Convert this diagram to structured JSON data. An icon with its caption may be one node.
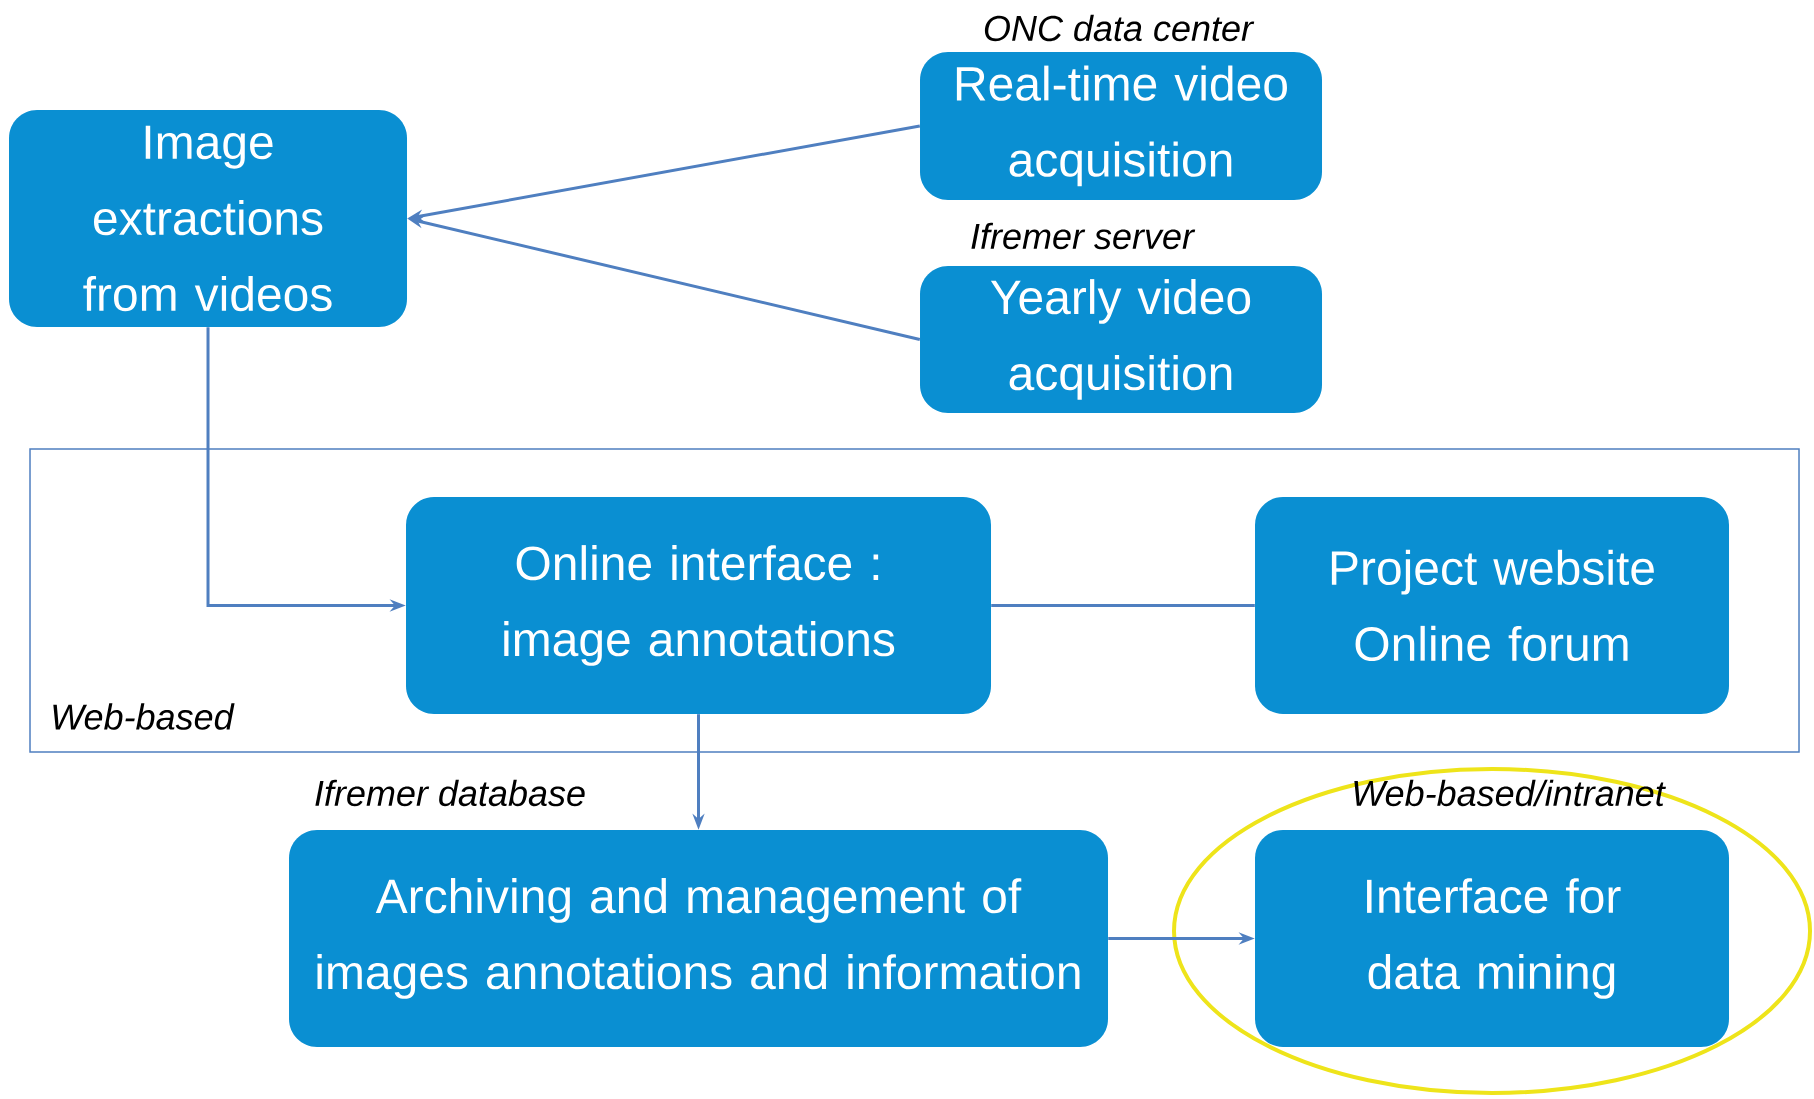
{
  "diagram": {
    "nodes": [
      {
        "text": [
          "Image extractions from videos"
        ]
      },
      {
        "text": [
          "Real-time video acquisition"
        ],
        "beside": [
          "ONC data center"
        ]
      },
      {
        "text": [
          "Yearly video acquisition"
        ],
        "beside": [
          "Ifremer server"
        ]
      },
      {
        "text": [
          "Web-based"
        ]
      },
      {
        "text": [
          "Online interface : image annotations"
        ],
        "in": 3
      },
      {
        "text": [
          "Project website",
          "Online forum"
        ],
        "in": 3
      },
      {
        "text": [
          "Archiving and management of images annotations and information"
        ],
        "beside": [
          "Ifremer database"
        ]
      },
      {
        "text": [
          "Interface for data mining"
        ],
        "beside": [
          "Web-based/intranet"
        ]
      }
    ],
    "edges": [
      {
        "from": 1,
        "to": 0,
        "arrow": "to"
      },
      {
        "from": 2,
        "to": 0,
        "arrow": "to"
      },
      {
        "from": 0,
        "to": 4,
        "arrow": "to"
      },
      {
        "from": 4,
        "to": 5,
        "arrow": "none"
      },
      {
        "from": 4,
        "to": 6,
        "arrow": "to"
      },
      {
        "from": 6,
        "to": 7,
        "arrow": "to"
      }
    ]
  }
}
